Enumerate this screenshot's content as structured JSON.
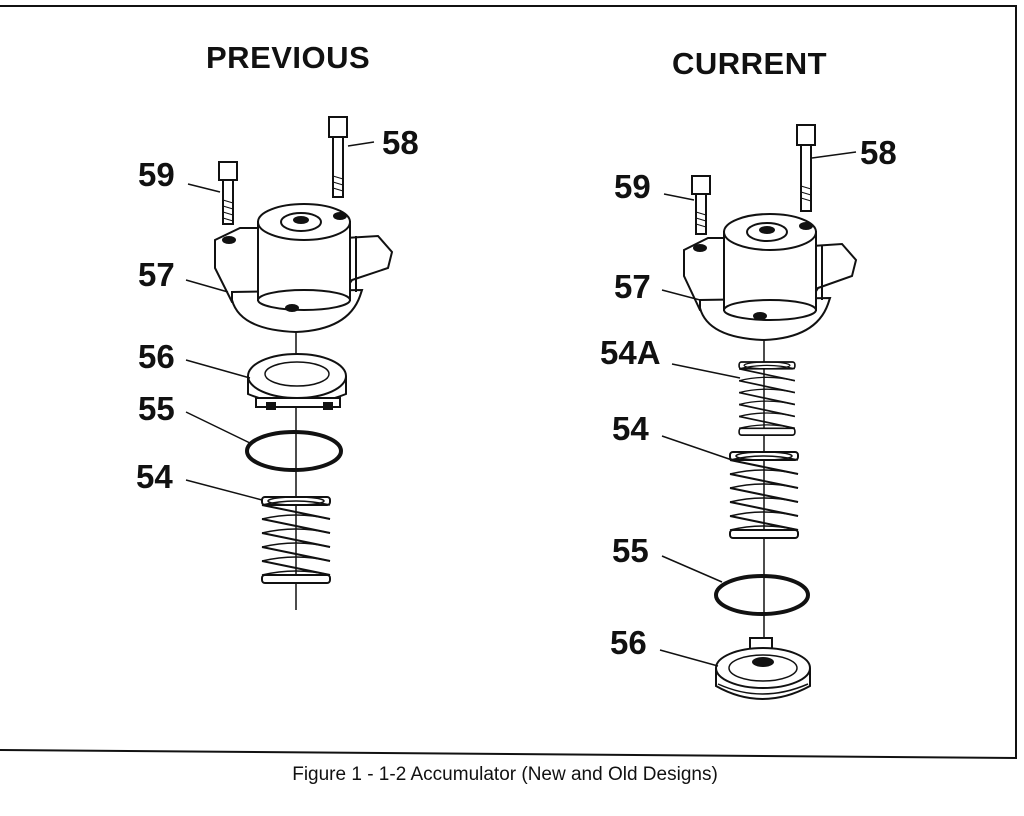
{
  "figure": {
    "caption": "Figure 1 - 1-2 Accumulator (New and Old Designs)",
    "previous": {
      "title": "PREVIOUS",
      "callouts": [
        "59",
        "58",
        "57",
        "56",
        "55",
        "54"
      ]
    },
    "current": {
      "title": "CURRENT",
      "callouts": [
        "59",
        "58",
        "57",
        "54A",
        "54",
        "55",
        "56"
      ]
    }
  }
}
